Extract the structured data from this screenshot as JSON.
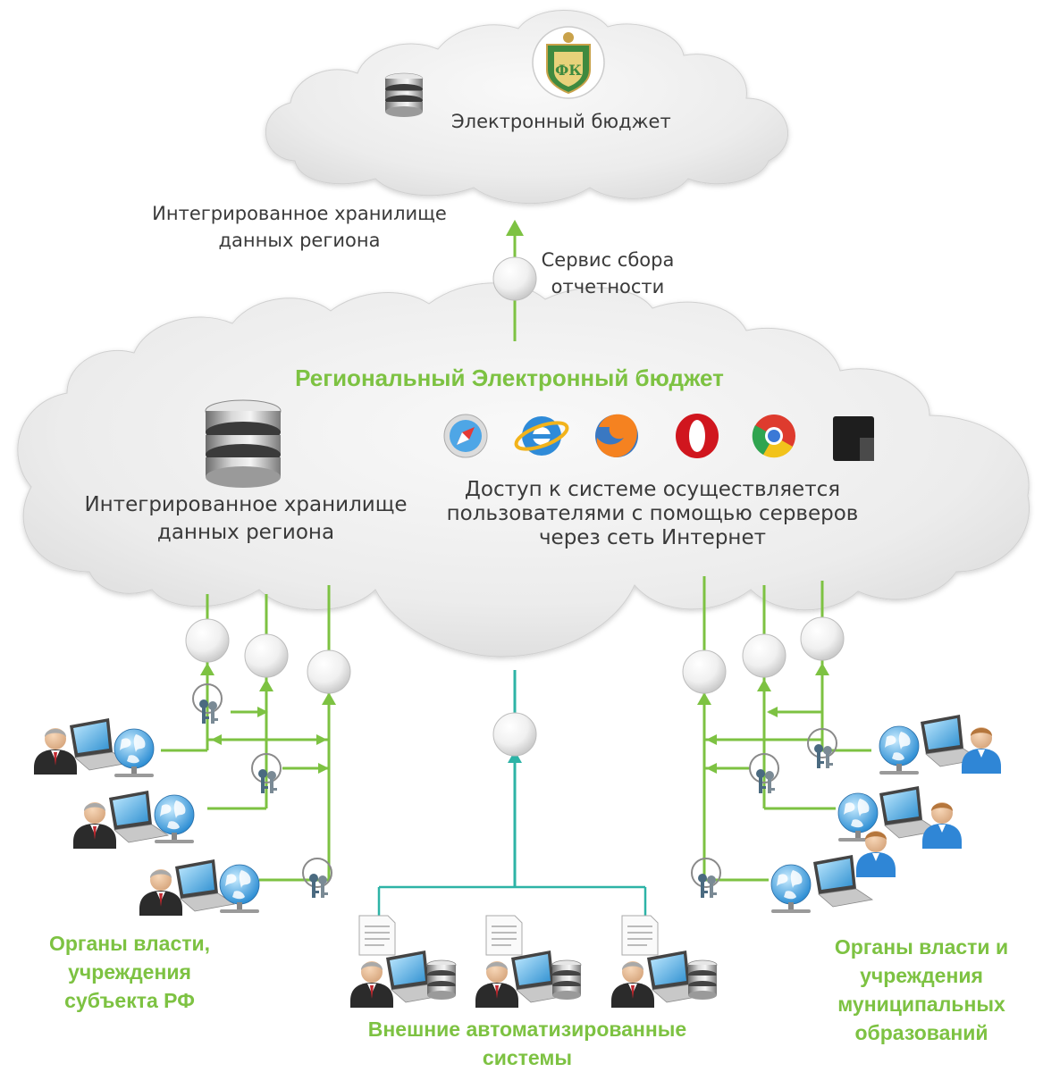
{
  "colors": {
    "accent_green": "#7dc242",
    "teal_line": "#2db3a6",
    "cloud_fill": "#ececec",
    "text": "#333333"
  },
  "top_cloud": {
    "label": "Электронный бюджет",
    "emblem_icon": "ministry-emblem-icon"
  },
  "left_note": {
    "line1": "Интегрированное хранилище",
    "line2": "данных региона"
  },
  "service_note": {
    "line1": "Сервис сбора",
    "line2": "отчетности"
  },
  "main_cloud": {
    "title": "Региональный Электронный бюджет",
    "storage_line1": "Интегрированное хранилище",
    "storage_line2": "данных региона",
    "access_line1": "Доступ к системе осуществляется",
    "access_line2": "пользователями с помощью серверов",
    "access_line3": "через сеть Интернет",
    "browser_icons": [
      "safari-icon",
      "internet-explorer-icon",
      "firefox-icon",
      "opera-icon",
      "chrome-icon",
      "device-icon"
    ]
  },
  "groups": {
    "left_line1": "Органы власти,",
    "left_line2": "учреждения",
    "left_line3": "субъекта РФ",
    "bottom_line1": "Внешние автоматизированные",
    "bottom_line2": "системы",
    "right_line1": "Органы власти и",
    "right_line2": "учреждения",
    "right_line3": "муниципальных",
    "right_line4": "образований"
  }
}
